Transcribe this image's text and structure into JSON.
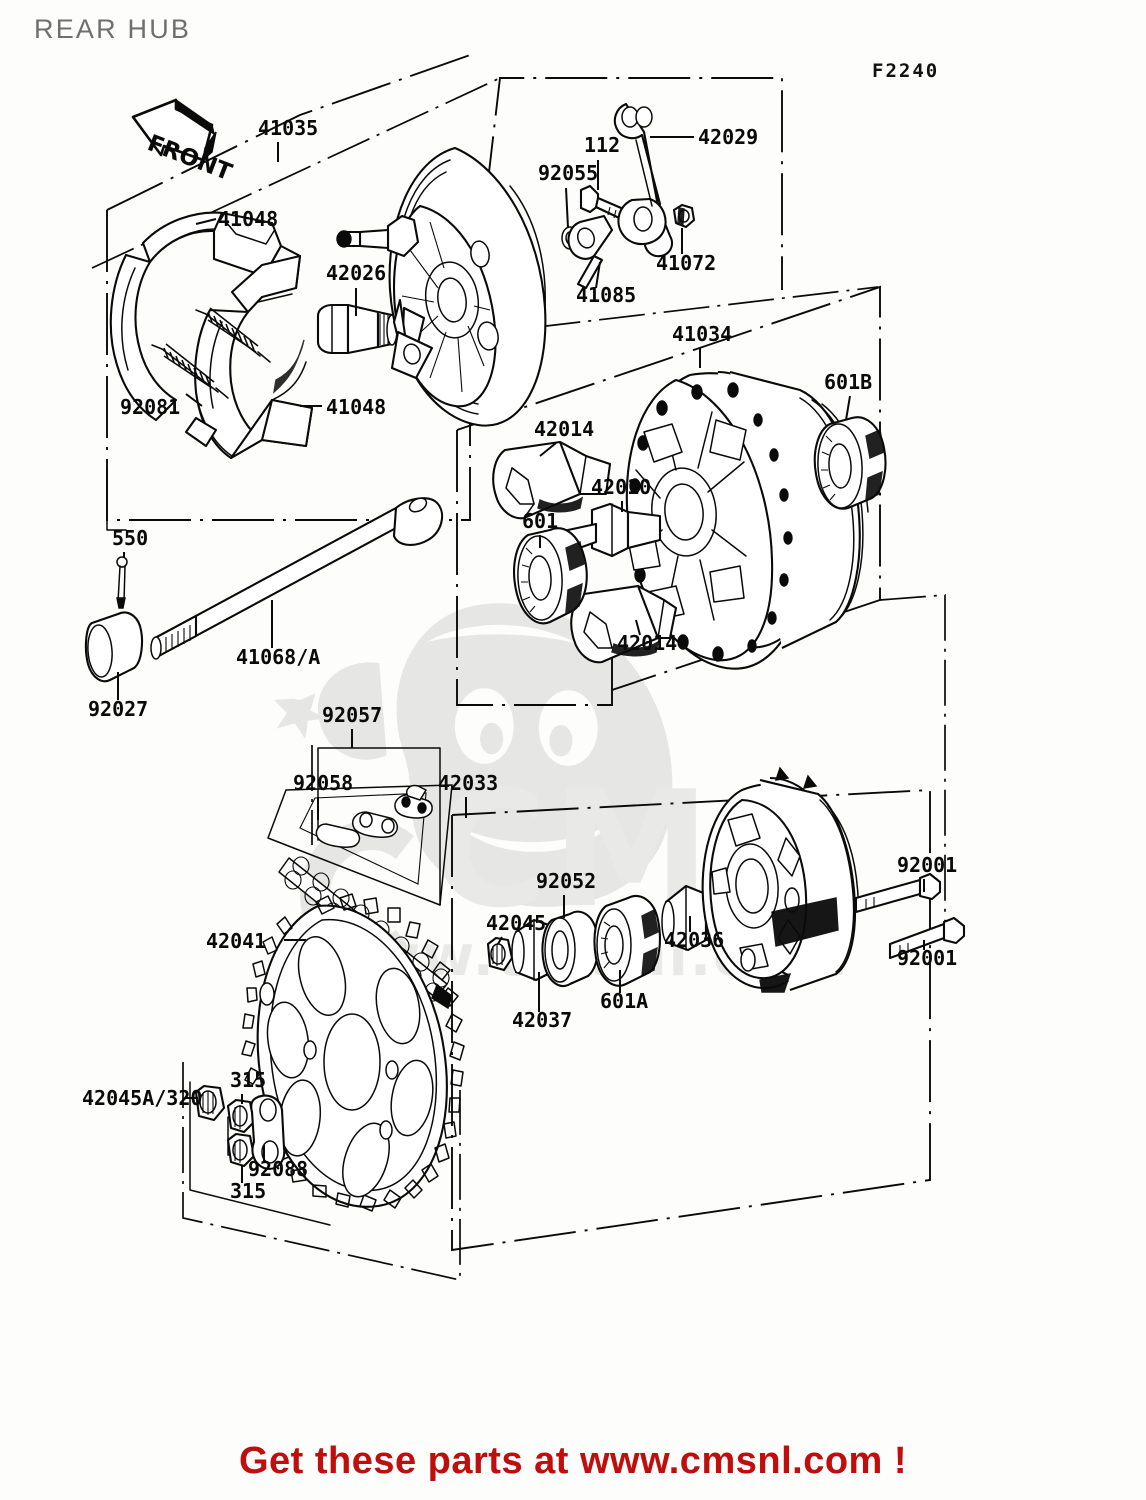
{
  "page": {
    "title": "REAR HUB",
    "diagram_code": "F2240",
    "footer_caption": "Get these parts at www.cmsnl.com !",
    "background_color": "#fdfdfb",
    "title_color": "#6f6f6f",
    "caption_color": "#c00d0d",
    "line_color": "#0a0a0a",
    "watermark_color": "#e6e6e4"
  },
  "orientation": {
    "front_arrow_label": "FRONT"
  },
  "watermark": {
    "brand": "CMS",
    "url": "www.cmsnl.com"
  },
  "part_labels": {
    "l41035": "41035",
    "l41048_top": "41048",
    "l41048_bottom": "41048",
    "l42026": "42026",
    "l92081": "92081",
    "l92055": "92055",
    "l112": "112",
    "l42029": "42029",
    "l41072": "41072",
    "l41085": "41085",
    "l41034": "41034",
    "l601B": "601B",
    "l42014_top": "42014",
    "l42014_bottom": "42014",
    "l42010": "42010",
    "l601": "601",
    "l550": "550",
    "l92027": "92027",
    "l41068A": "41068/A",
    "l92057": "92057",
    "l92058": "92058",
    "l42033": "42033",
    "l42041": "42041",
    "l42045": "42045",
    "l42037": "42037",
    "l92052": "92052",
    "l601A": "601A",
    "l42036": "42036",
    "l92001_top": "92001",
    "l92001_bottom": "92001",
    "l42045A320": "42045A/320",
    "l315_top": "315",
    "l315_bottom": "315",
    "l92088": "92088"
  },
  "parts_list": [
    {
      "ref": "41035",
      "name": "brake-panel-assembly-group"
    },
    {
      "ref": "41048",
      "name": "brake-shoe-upper"
    },
    {
      "ref": "41048",
      "name": "brake-shoe-lower"
    },
    {
      "ref": "92081",
      "name": "brake-shoe-spring"
    },
    {
      "ref": "42026",
      "name": "brake-cam-shaft"
    },
    {
      "ref": "92055",
      "name": "o-ring"
    },
    {
      "ref": "112",
      "name": "bolt"
    },
    {
      "ref": "42029",
      "name": "brake-rod-lever-link"
    },
    {
      "ref": "41072",
      "name": "nut"
    },
    {
      "ref": "41085",
      "name": "brake-lever-indicator"
    },
    {
      "ref": "41034",
      "name": "hub-assembly-group"
    },
    {
      "ref": "601B",
      "name": "ball-bearing-right"
    },
    {
      "ref": "42014",
      "name": "coupling-damper-upper"
    },
    {
      "ref": "42014",
      "name": "coupling-damper-lower"
    },
    {
      "ref": "42010",
      "name": "hub-sleeve"
    },
    {
      "ref": "601",
      "name": "ball-bearing-left"
    },
    {
      "ref": "550",
      "name": "cotter-pin"
    },
    {
      "ref": "92027",
      "name": "collar"
    },
    {
      "ref": "41068/A",
      "name": "rear-axle"
    },
    {
      "ref": "92057",
      "name": "drive-chain"
    },
    {
      "ref": "92058",
      "name": "chain-joint-link"
    },
    {
      "ref": "42033",
      "name": "sprocket-coupling-group"
    },
    {
      "ref": "42041",
      "name": "rear-sprocket"
    },
    {
      "ref": "42045",
      "name": "nut-sprocket"
    },
    {
      "ref": "42037",
      "name": "collar-coupling"
    },
    {
      "ref": "92052",
      "name": "bearing-seal"
    },
    {
      "ref": "601A",
      "name": "ball-bearing-coupling"
    },
    {
      "ref": "42036",
      "name": "coupling-sleeve"
    },
    {
      "ref": "92001",
      "name": "bolt-sprocket-upper"
    },
    {
      "ref": "92001",
      "name": "bolt-sprocket-lower"
    },
    {
      "ref": "42045A/320",
      "name": "nut-cap"
    },
    {
      "ref": "315",
      "name": "nut-upper"
    },
    {
      "ref": "315",
      "name": "nut-lower"
    },
    {
      "ref": "92088",
      "name": "chain-adjuster-plate"
    }
  ]
}
